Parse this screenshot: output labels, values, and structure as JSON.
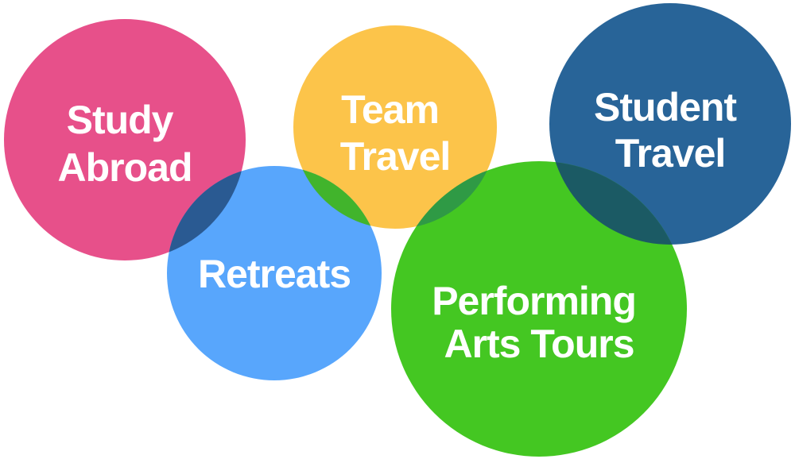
{
  "circles": [
    {
      "id": "study-abroad",
      "lines": [
        "Study",
        "Abroad"
      ],
      "color": "#e7508a"
    },
    {
      "id": "team-travel",
      "lines": [
        "Team",
        "Travel"
      ],
      "color": "#fcc44a"
    },
    {
      "id": "student-travel",
      "lines": [
        "Student",
        "Travel"
      ],
      "color": "#286498"
    },
    {
      "id": "retreats",
      "lines": [
        "Retreats"
      ],
      "color": "#3b97fc"
    },
    {
      "id": "performing-arts-tours",
      "lines": [
        "Performing",
        "Arts Tours"
      ],
      "color": "#44c722"
    }
  ]
}
